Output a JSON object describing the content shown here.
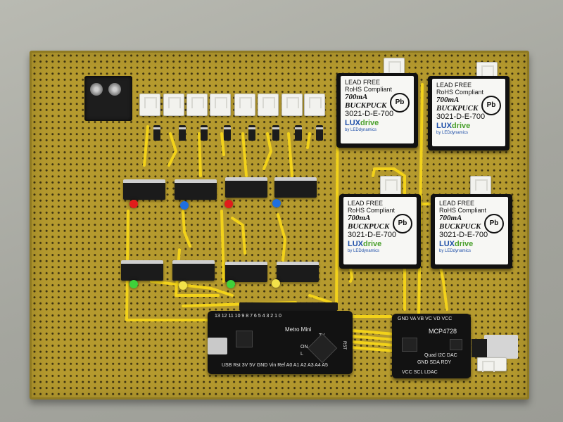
{
  "pucks": [
    {
      "line1": "LEAD FREE",
      "line2": "RoHS Compliant",
      "rating": "700mA",
      "model": "BUCKPUCK",
      "code": "3021-D-E-700",
      "brand_a": "LUX",
      "brand_b": "drive",
      "by": "by LEDdynamics",
      "pb": "Pb"
    },
    {
      "line1": "LEAD FREE",
      "line2": "RoHS Compliant",
      "rating": "700mA",
      "model": "BUCKPUCK",
      "code": "3021-D-E-700",
      "brand_a": "LUX",
      "brand_b": "drive",
      "by": "by LEDdynamics",
      "pb": "Pb"
    },
    {
      "line1": "LEAD FREE",
      "line2": "RoHS Compliant",
      "rating": "700mA",
      "model": "BUCKPUCK",
      "code": "3021-D-E-700",
      "brand_a": "LUX",
      "brand_b": "drive",
      "by": "by LEDdynamics",
      "pb": "Pb"
    },
    {
      "line1": "LEAD FREE",
      "line2": "RoHS Compliant",
      "rating": "700mA",
      "model": "BUCKPUCK",
      "code": "3021-D-E-700",
      "brand_a": "LUX",
      "brand_b": "drive",
      "by": "by LEDdynamics",
      "pb": "Pb"
    }
  ],
  "metro": {
    "name": "Metro Mini",
    "pins_top": "13 12 11 10 9  8  7  6  5  4  3  2  1  0",
    "pins_bottom": "USB Rst 3V 5V GND Vin Ref A0 A1 A2 A3 A4 A5",
    "labels": [
      "TX",
      "RX",
      "ON",
      "L"
    ],
    "rst": "RST"
  },
  "mcp": {
    "name": "MCP4728",
    "subtitle": "Quad I2C DAC",
    "pins_top": "GND VA VB VC VD VCC",
    "pins_bottom": "VCC SCL LDAC",
    "pins_bottom2": "GND SDA RDY"
  },
  "colors": {
    "pcb": "#b59a2e",
    "wire": "#f2d21a",
    "led_red": "#e11b1b",
    "led_blue": "#1f6fe0",
    "led_green": "#3fd13a",
    "led_yellow": "#f2e24a"
  }
}
